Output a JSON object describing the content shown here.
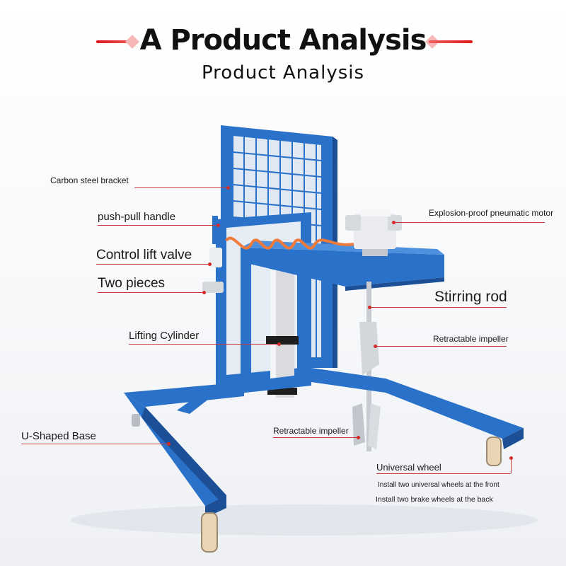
{
  "header": {
    "title": "A Product Analysis",
    "subtitle": "Product Analysis"
  },
  "colors": {
    "frame_blue": "#2a72c9",
    "frame_blue_dark": "#1c4f96",
    "accent_red": "#e01818",
    "hose_orange": "#f07a3a",
    "leader_red": "#c83a3a"
  },
  "labels": {
    "carbon_steel_bracket": "Carbon steel bracket",
    "push_pull_handle": "push-pull handle",
    "control_lift_valve": "Control lift valve",
    "two_pieces": "Two pieces",
    "lifting_cylinder": "Lifting Cylinder",
    "u_shaped_base": "U-Shaped Base",
    "explosion_proof_motor": "Explosion-proof pneumatic motor",
    "stirring_rod": "Stirring rod",
    "retractable_impeller_upper": "Retractable impeller",
    "retractable_impeller_lower": "Retractable impeller",
    "universal_wheel": "Universal wheel",
    "wheel_note_front": "Install two universal wheels at the front",
    "wheel_note_back": "Install two brake wheels at the back"
  }
}
